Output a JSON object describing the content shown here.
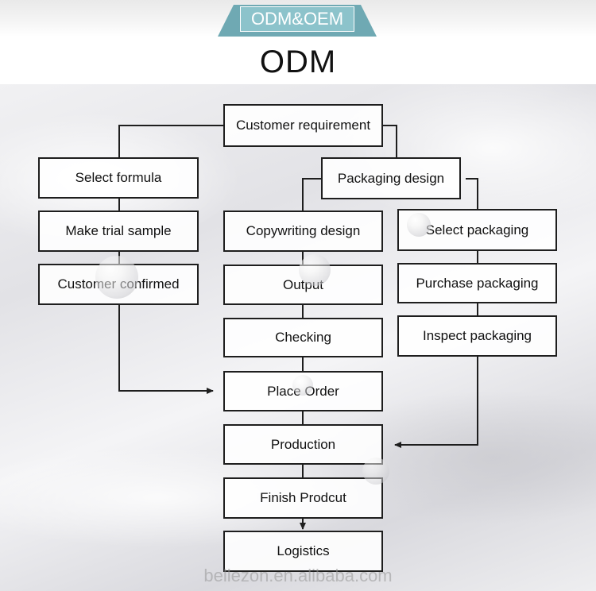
{
  "header": {
    "ribbon_label": "ODM&OEM",
    "title": "ODM"
  },
  "flow": {
    "customer_requirement": "Customer requirement",
    "select_formula": "Select formula",
    "make_trial_sample": "Make trial sample",
    "customer_confirmed": "Customer confirmed",
    "packaging_design": "Packaging design",
    "copywriting_design": "Copywriting design",
    "output": "Output",
    "checking": "Checking",
    "select_packaging": "Select packaging",
    "purchase_packaging": "Purchase packaging",
    "inspect_packaging": "Inspect packaging",
    "place_order": "Place Order",
    "production": "Production",
    "finish_product": "Finish Prodcut",
    "logistics": "Logistics"
  },
  "watermark": "bellezon.en.alibaba.com",
  "colors": {
    "ribbon": "#6fa9b3",
    "line": "#1e1e1e"
  }
}
